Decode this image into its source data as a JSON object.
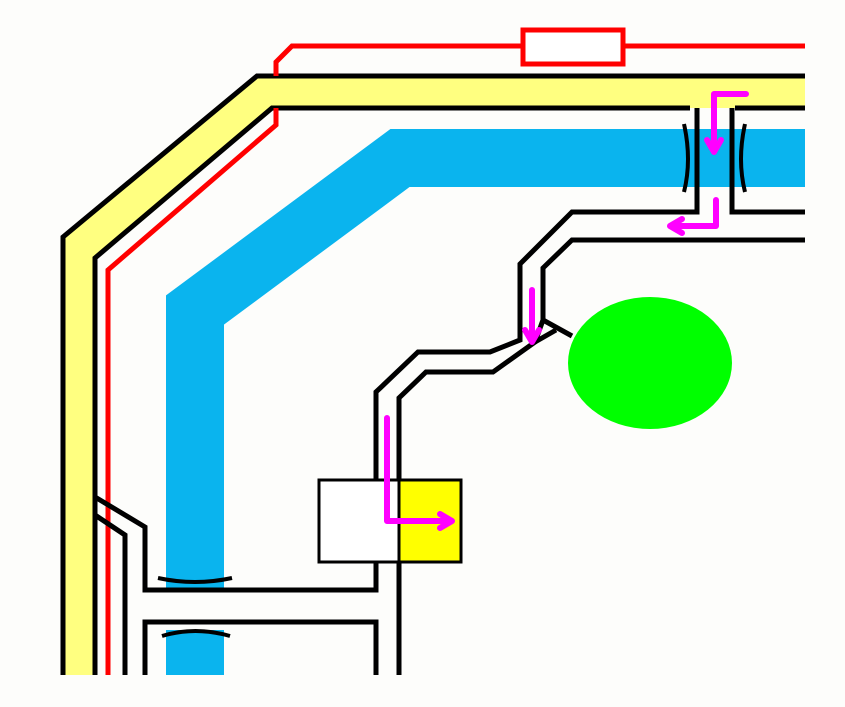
{
  "colors": {
    "background": "#fdfdfb",
    "outer_band": "#ffff80",
    "wire_red": "#ff0000",
    "pipe_blue": "#0ab4ee",
    "conduit_outline": "#000000",
    "flow_arrow": "#ff00ff",
    "node_green": "#00ff00",
    "box_yellow": "#ffff00",
    "box_white": "#ffffff"
  },
  "elements": {
    "outer_band": "yellow-outer-band",
    "wire": "red-wire",
    "resistor": "resistor-symbol",
    "pipe": "blue-pipe",
    "node": "green-node",
    "junction_box": "junction-box"
  }
}
